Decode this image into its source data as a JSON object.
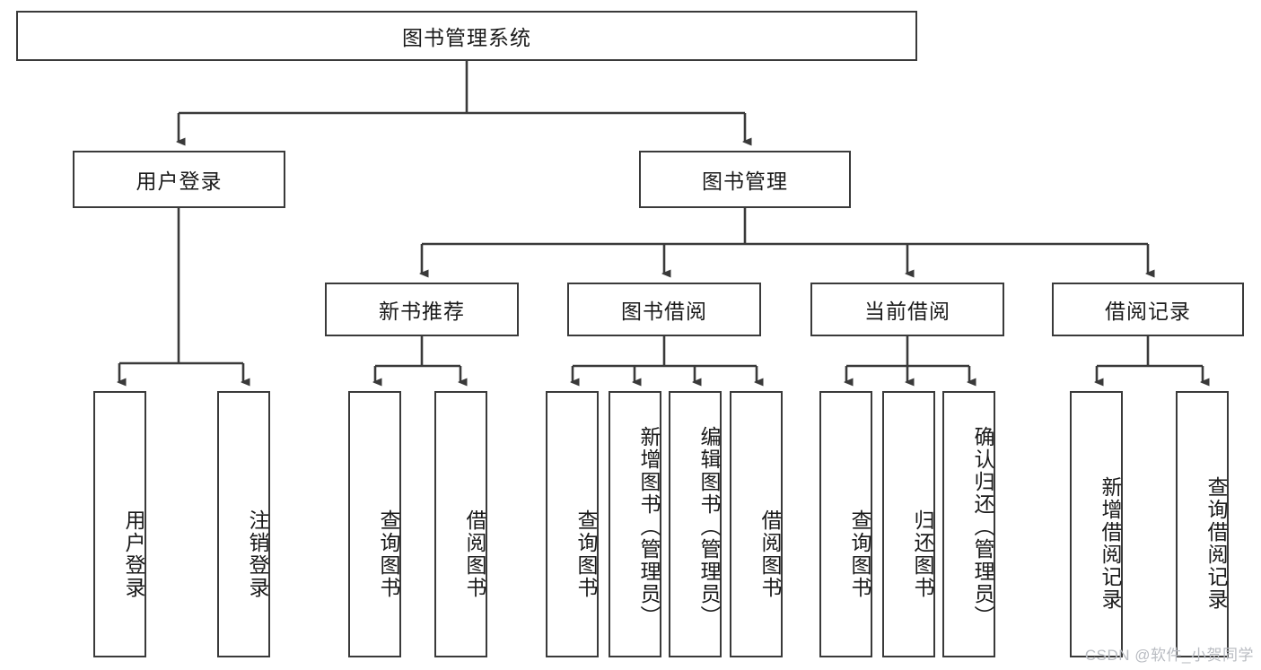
{
  "diagram": {
    "title": "图书管理系统",
    "type": "hierarchy-tree",
    "root": {
      "label": "图书管理系统"
    },
    "level2": [
      {
        "label": "用户登录"
      },
      {
        "label": "图书管理"
      }
    ],
    "level3": [
      {
        "label": "新书推荐"
      },
      {
        "label": "图书借阅"
      },
      {
        "label": "当前借阅"
      },
      {
        "label": "借阅记录"
      }
    ],
    "leaves": {
      "user_login": [
        {
          "label": "用户登录"
        },
        {
          "label": "注销登录"
        }
      ],
      "new_book_recommend": [
        {
          "label": "查询图书"
        },
        {
          "label": "借阅图书"
        }
      ],
      "book_borrow": [
        {
          "label": "查询图书"
        },
        {
          "label": "新增图书（管理员）"
        },
        {
          "label": "编辑图书（管理员）"
        },
        {
          "label": "借阅图书"
        }
      ],
      "current_borrow": [
        {
          "label": "查询图书"
        },
        {
          "label": "归还图书"
        },
        {
          "label": "确认归还（管理员）"
        }
      ],
      "borrow_record": [
        {
          "label": "新增借阅记录"
        },
        {
          "label": "查询借阅记录"
        }
      ]
    }
  },
  "watermark": {
    "text": "CSDN @软件_小贺同学"
  },
  "colors": {
    "stroke": "#3a3a3a",
    "fill": "#ffffff",
    "text": "#1a1a1a",
    "watermark": "#b9bcc2"
  }
}
